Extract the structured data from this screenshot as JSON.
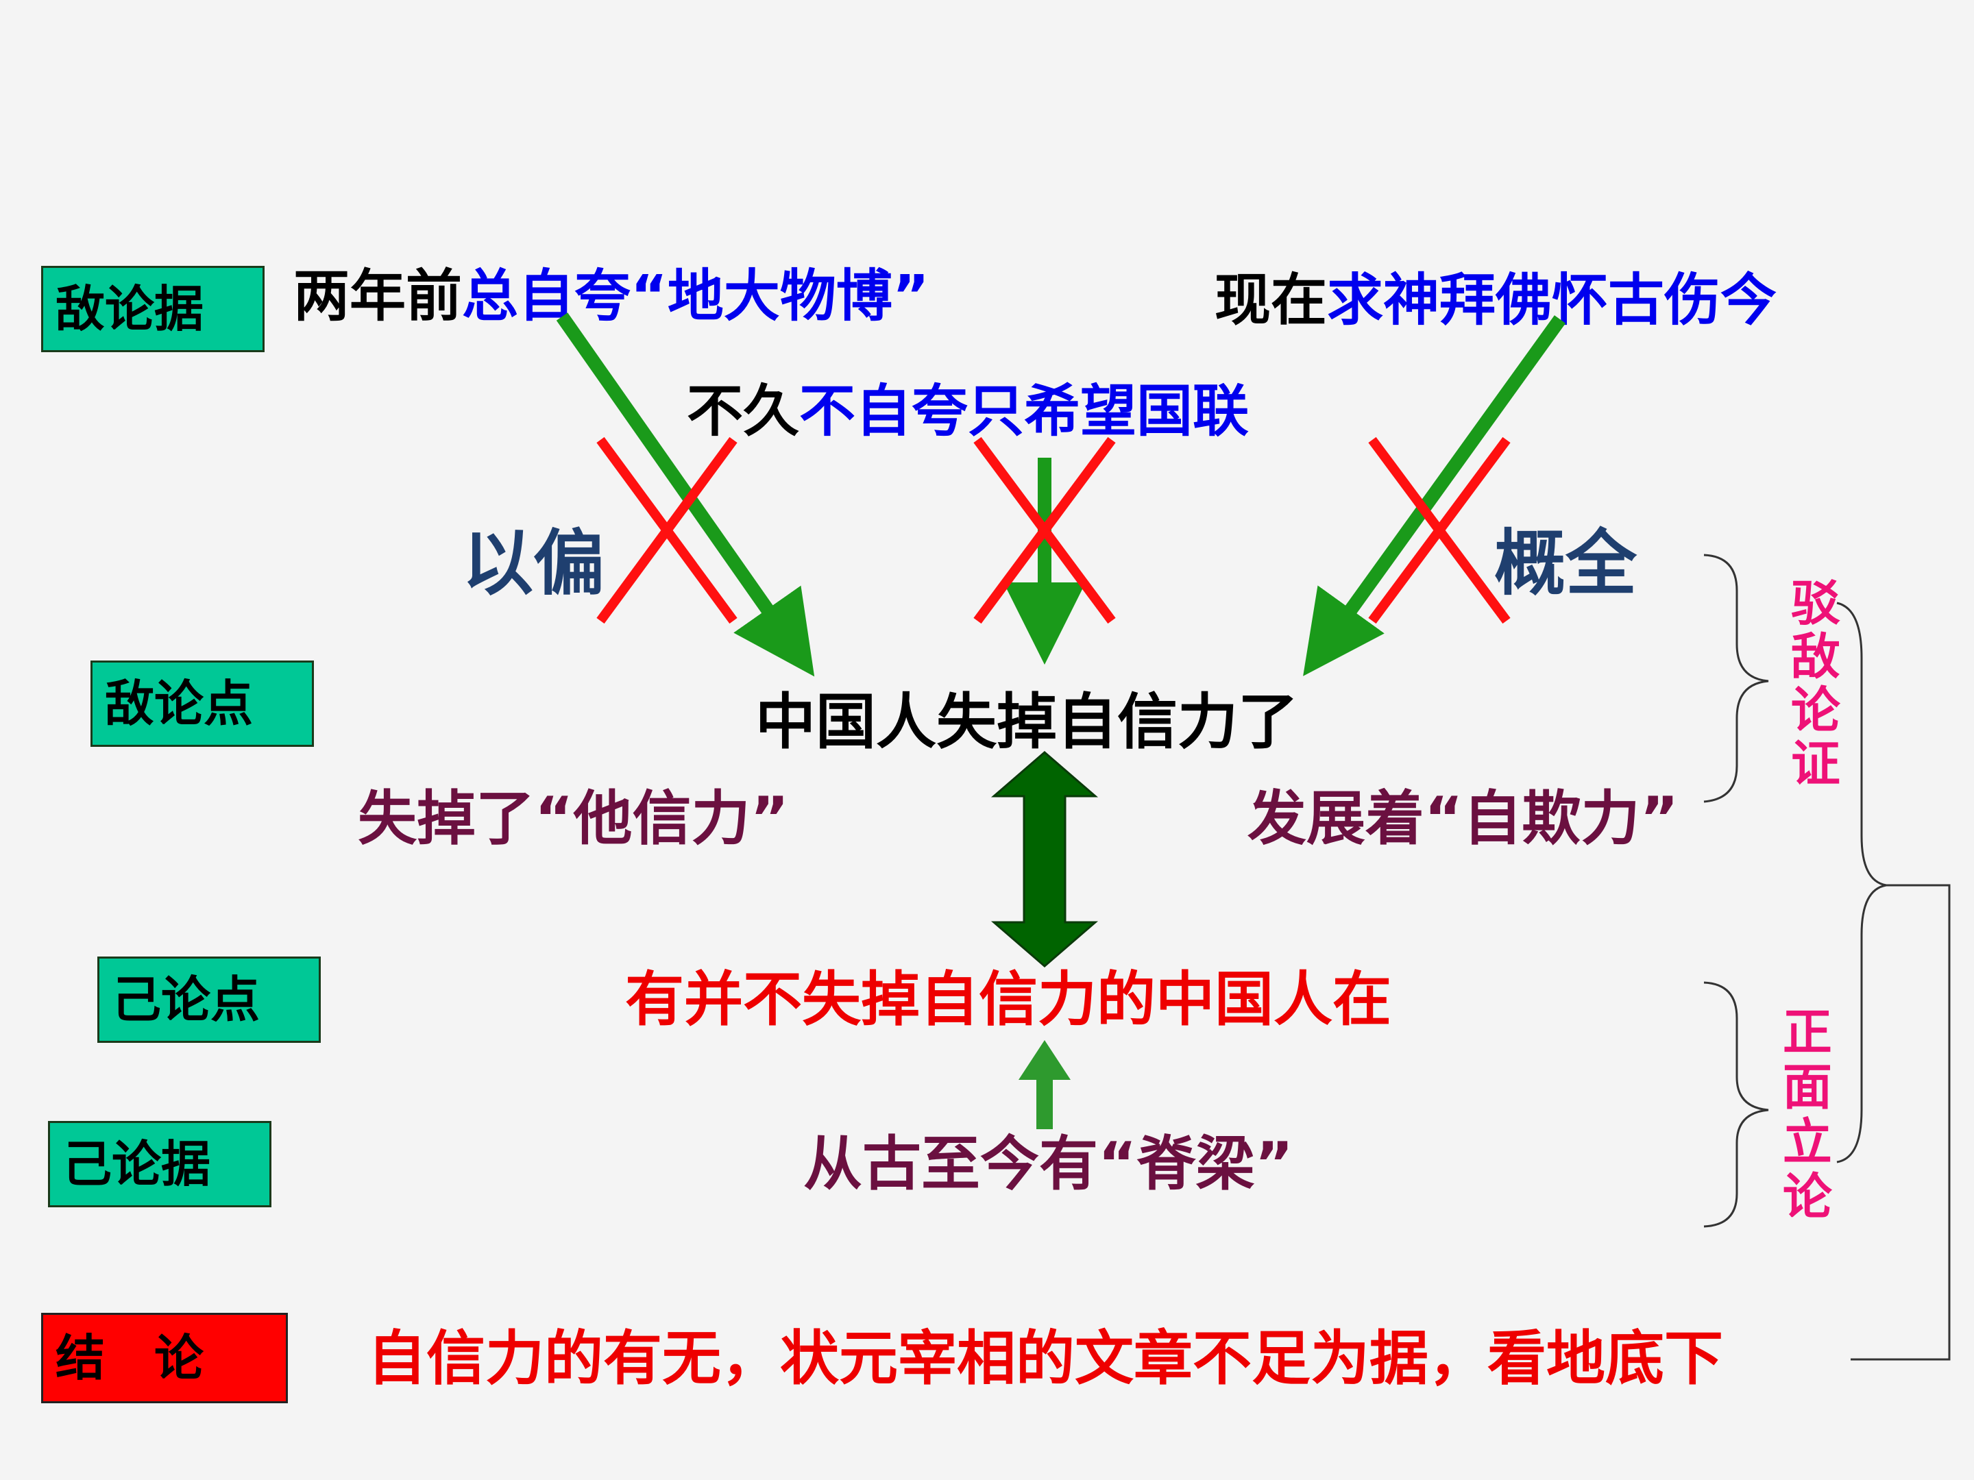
{
  "labels": {
    "enemy_evidence": "敌论据",
    "enemy_thesis": "敌论点",
    "own_thesis": "己论点",
    "own_evidence": "己论据",
    "conclusion": "结　论"
  },
  "enemy_evidence": {
    "item1_prefix": "两年前",
    "item1_text": "总自夸“地大物博”",
    "item2_prefix": "不久",
    "item2_text": "不自夸只希望国联",
    "item3_prefix": "现在",
    "item3_text": "求神拜佛怀古伤今"
  },
  "fallacy": {
    "left": "以偏",
    "right": "概全"
  },
  "enemy_thesis_text": "中国人失掉自信力了",
  "rebuttal_left": "失掉了“他信力”",
  "rebuttal_right": "发展着“自欺力”",
  "own_thesis_text": "有并不失掉自信力的中国人在",
  "own_evidence_text": "从古至今有“脊梁”",
  "conclusion_text": "自信力的有无，状元宰相的文章不足为据，看地底下",
  "brackets": {
    "refute": "驳敌论证",
    "establish": "正面立论"
  },
  "colors": {
    "label_box": "#00c896",
    "conclusion_box": "#ff0000",
    "blue_text": "#0000ee",
    "navy_text": "#1f3f6f",
    "maroon_text": "#6b1040",
    "red_text": "#ee0000",
    "pink_text": "#ee1177",
    "green_arrow": "#1a9a1a",
    "dark_green_arrow": "#006400",
    "red_cross": "#ff1010"
  }
}
